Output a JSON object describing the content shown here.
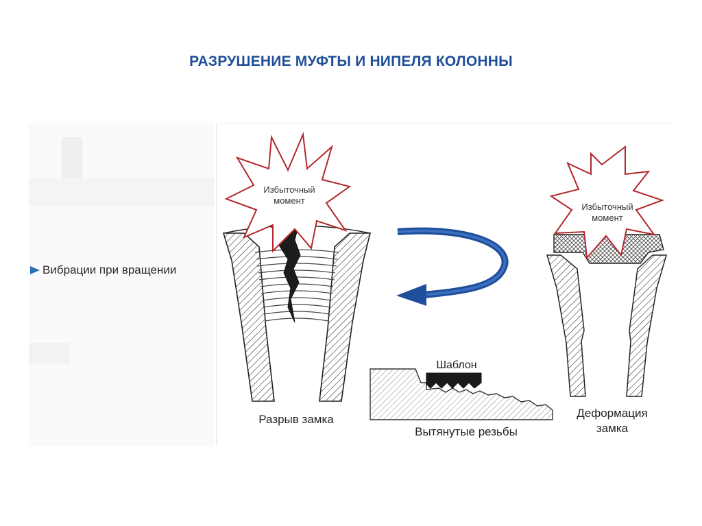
{
  "title": "РАЗРУШЕНИЕ МУФТЫ И НИПЕЛЯ КОЛОННЫ",
  "bullet": "Вибрации при вращении",
  "star_left": [
    "Избыточный",
    "момент"
  ],
  "star_right": [
    "Избыточный",
    "момент"
  ],
  "label_break": "Разрыв замка",
  "label_template": "Шаблон",
  "label_threads": "Вытянутые резьбы",
  "label_deform_1": "Деформация",
  "label_deform_2": "замка",
  "colors": {
    "title": "#1f4e9a",
    "arrow": "#1f4e9a",
    "star_stroke": "#b3272d",
    "bullet": "#2e6fb8"
  }
}
